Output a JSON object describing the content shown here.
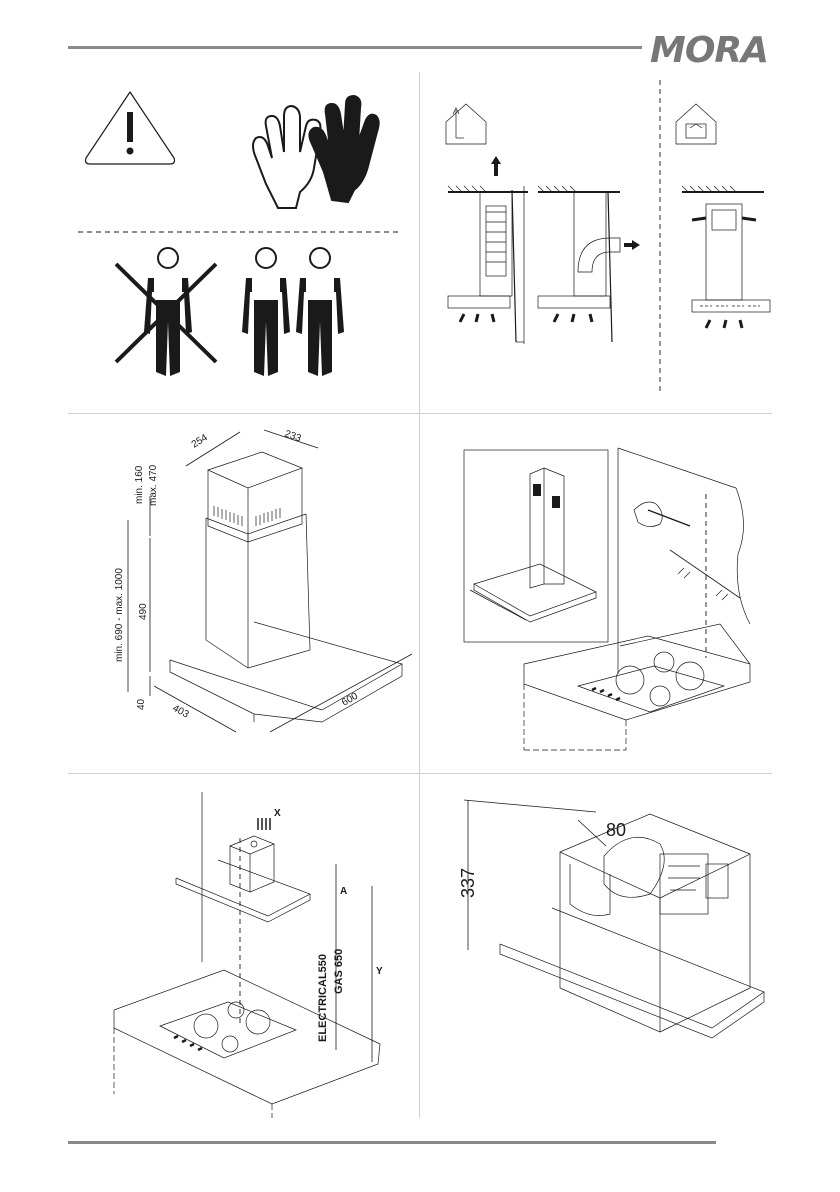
{
  "header": {
    "brand": "MORA"
  },
  "panel_dimensions": {
    "width_top": "254",
    "depth_top": "233",
    "min_top": "min. 160",
    "max_top": "max. 470",
    "range_total": "min. 690 - max. 1000",
    "chimney": "490",
    "canopy_height": "40",
    "depth": "403",
    "width": "600"
  },
  "panel_height": {
    "x_label": "X",
    "a_label": "A",
    "y_label": "Y",
    "electrical": "ELECTRICAL550",
    "gas": "GAS 650"
  },
  "panel_motor": {
    "height": "337",
    "diameter": "80"
  }
}
